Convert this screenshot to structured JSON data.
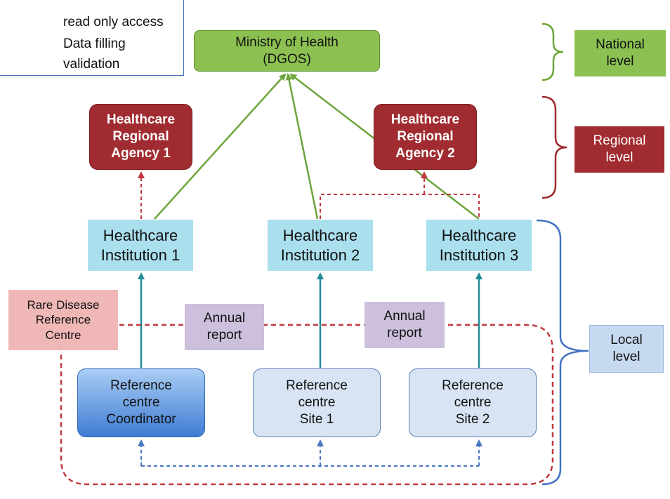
{
  "legend": {
    "read_only": "read only access",
    "data_filling": "Data filling\nvalidation"
  },
  "national": {
    "ministry": "Ministry of Health\n(DGOS)",
    "level": "National\nlevel"
  },
  "regional": {
    "agency1": "Healthcare\nRegional\nAgency 1",
    "agency2": "Healthcare\nRegional\nAgency 2",
    "level": "Regional\nlevel"
  },
  "local": {
    "institution1": "Healthcare\nInstitution 1",
    "institution2": "Healthcare\nInstitution 2",
    "institution3": "Healthcare\nInstitution 3",
    "rare_disease_centre": "Rare Disease\nReference\nCentre",
    "annual_report_1": "Annual\nreport",
    "annual_report_2": "Annual\nreport",
    "coordinator": "Reference\ncentre\nCoordinator",
    "site1": "Reference\ncentre\nSite 1",
    "site2": "Reference\ncentre\nSite 2",
    "level": "Local\nlevel"
  },
  "colors": {
    "green": "#8cc152",
    "dark_red": "#a02b30",
    "teal_arrow": "#1f8a99",
    "dashed_blue": "#4a76c2",
    "dashed_red": "#c0393e",
    "bracket_blue": "#4472c4"
  }
}
